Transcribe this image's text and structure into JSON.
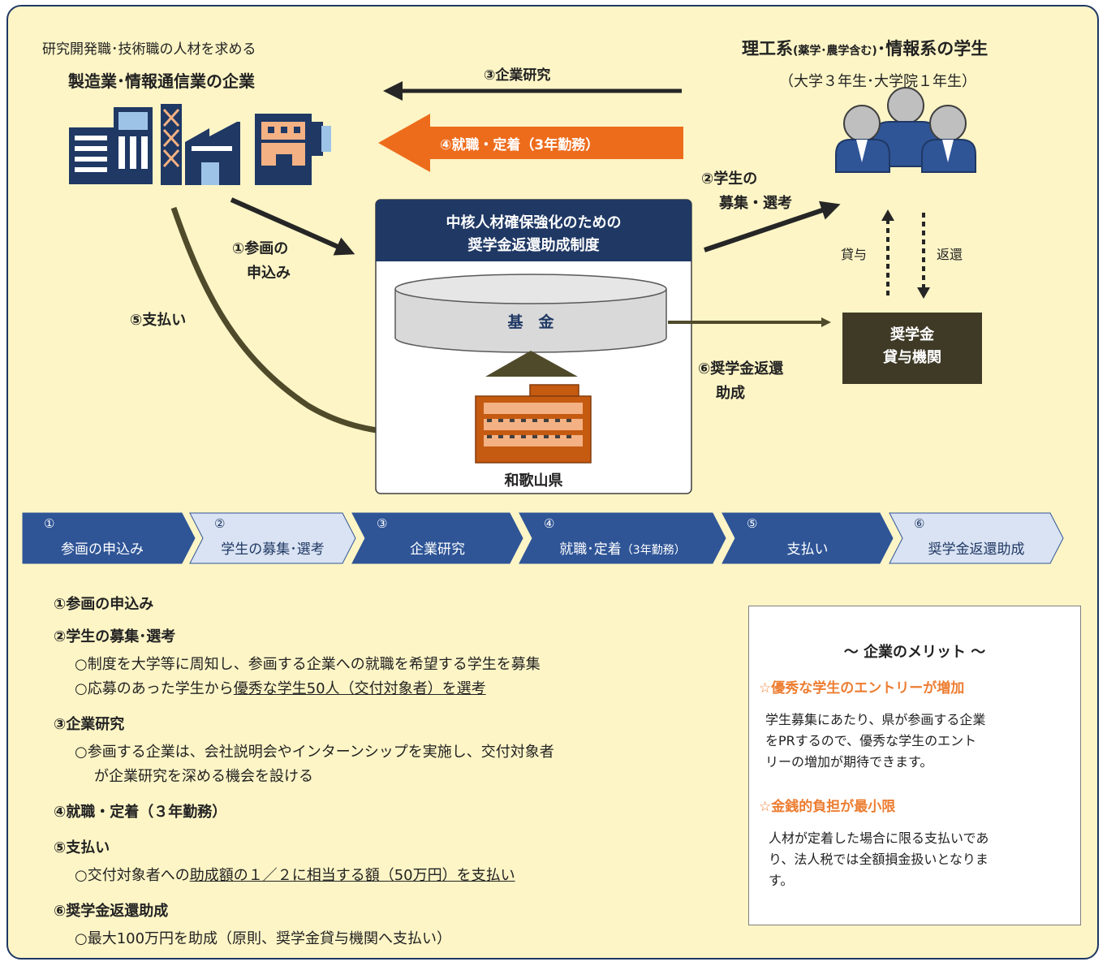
{
  "company": {
    "subtitle": "研究開発職･技術職の人材を求める",
    "title": "製造業･情報通信業の企業"
  },
  "student": {
    "title_main1": "理工系",
    "title_small": "(薬学･農学含む)",
    "title_main2": "･情報系の学生",
    "subtitle": "（大学３年生･大学院１年生）"
  },
  "arrows": {
    "a3": "③企業研究",
    "a4": "④就職・定着（3年勤務）",
    "a1_line1": "①参画の",
    "a1_line2": "申込み",
    "a5": "⑤支払い",
    "a2_line1": "②学生の",
    "a2_line2": "募集・選考",
    "a6_line1": "⑥奨学金返還",
    "a6_line2": "助成",
    "lend": "貸与",
    "repay": "返還"
  },
  "system": {
    "title_line1": "中核人材確保強化のための",
    "title_line2": "奨学金返還助成制度",
    "fund": "基　金",
    "prefecture": "和歌山県"
  },
  "lender": {
    "line1": "奨学金",
    "line2": "貸与機関"
  },
  "steps": [
    {
      "num": "①",
      "label": "参画の申込み",
      "color": "#2f5597"
    },
    {
      "num": "②",
      "label": "学生の募集･選考",
      "color": "#dae3f3"
    },
    {
      "num": "③",
      "label": "企業研究",
      "color": "#2f5597"
    },
    {
      "num": "④",
      "label": "就職･定着",
      "label_small": "（3年勤務）",
      "color": "#2f5597"
    },
    {
      "num": "⑤",
      "label": "支払い",
      "color": "#2f5597"
    },
    {
      "num": "⑥",
      "label": "奨学金返還助成",
      "color": "#dae3f3"
    }
  ],
  "details": {
    "h1": "①参画の申込み",
    "h2": "②学生の募集･選考",
    "h2_l1": "○制度を大学等に周知し、参画する企業への就職を希望する学生を募集",
    "h2_l2a": "○応募のあった学生から",
    "h2_l2u": "優秀な学生50人（交付対象者）を選考",
    "h3": "③企業研究",
    "h3_l1": "○参画する企業は、会社説明会やインターンシップを実施し、交付対象者",
    "h3_l2": "が企業研究を深める機会を設ける",
    "h4": "④就職・定着（３年勤務）",
    "h5": "⑤支払い",
    "h5_l1a": "○交付対象者への",
    "h5_l1u": "助成額の１／２に相当する額（50万円）を支払い",
    "h6": "⑥奨学金返還助成",
    "h6_l1": "○最大100万円を助成（原則、奨学金貸与機関へ支払い）"
  },
  "merit": {
    "title": "～ 企業のメリット ～",
    "m1_title": "☆優秀な学生のエントリーが増加",
    "m1_l1": "学生募集にあたり、県が参画する企業",
    "m1_l2": "をPRするので、優秀な学生のエント",
    "m1_l3": "リーの増加が期待できます。",
    "m2_title": "☆金銭的負担が最小限",
    "m2_l1": "人材が定着した場合に限る支払いであ",
    "m2_l2": "り、法人税では全額損金扱いとなりま",
    "m2_l3": "す。"
  },
  "colors": {
    "navy": "#1f3864",
    "arrow_dark": "#262626",
    "arrow_olive": "#4f4a2a",
    "orange": "#ed6c1c",
    "background": "#fdf5c6"
  }
}
